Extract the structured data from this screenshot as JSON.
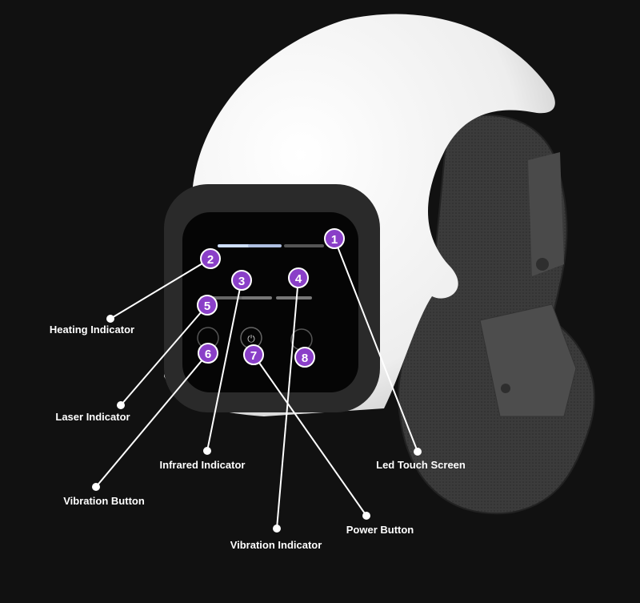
{
  "callouts": [
    {
      "number": "1",
      "label": "Led Touch Screen"
    },
    {
      "number": "2",
      "label": "Heating Indicator"
    },
    {
      "number": "3",
      "label": "Infrared Indicator"
    },
    {
      "number": "4",
      "label": "Vibration Indicator"
    },
    {
      "number": "5",
      "label": "Laser Indicator"
    },
    {
      "number": "6",
      "label": "Vibration Button"
    },
    {
      "number": "7",
      "label": "Power Button"
    },
    {
      "number": "8",
      "label": ""
    }
  ],
  "colors": {
    "badge": "#8a3fc8",
    "background": "#111111",
    "shell": "#f4f4f4",
    "strap": "#3a3a3a"
  }
}
